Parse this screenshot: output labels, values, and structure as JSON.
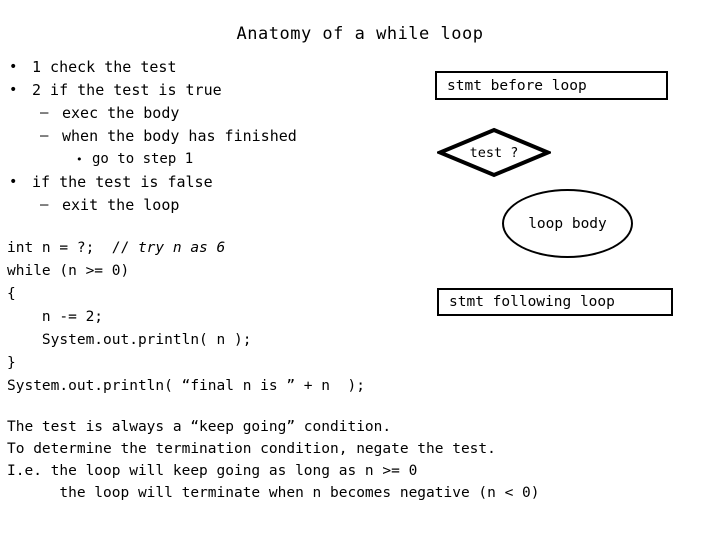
{
  "slide": {
    "title": "Anatomy of a while loop"
  },
  "outline": {
    "items": [
      {
        "level": 1,
        "marker": "•",
        "text": "1 check the test"
      },
      {
        "level": 1,
        "marker": "•",
        "text": "2 if the test is true"
      },
      {
        "level": 2,
        "marker": "–",
        "text": "exec the body"
      },
      {
        "level": 2,
        "marker": "–",
        "text": "when the body has finished"
      },
      {
        "level": 3,
        "marker": "•",
        "text": "go to step 1"
      },
      {
        "level": 1,
        "marker": "•",
        "text": "if the test is false"
      },
      {
        "level": 2,
        "marker": "–",
        "text": "exit the loop"
      }
    ]
  },
  "code": {
    "lines": [
      {
        "text": "int n = ?;  // ",
        "comment": "try n as 6"
      },
      {
        "text": "while (n >= 0)",
        "comment": ""
      },
      {
        "text": "{",
        "comment": ""
      },
      {
        "text": "    n -= 2;",
        "comment": ""
      },
      {
        "text": "    System.out.println( n );",
        "comment": ""
      },
      {
        "text": "}",
        "comment": ""
      },
      {
        "text": "System.out.println( “final n is ” + n  );",
        "comment": ""
      }
    ]
  },
  "prose": {
    "lines": [
      "The test is always a “keep going” condition.",
      "To determine the termination condition, negate the test.",
      "I.e. the loop will keep going as long as n >= 0",
      "      the loop will terminate when n becomes negative (n < 0)"
    ]
  },
  "flowchart": {
    "stmt_before_loop": "stmt before loop",
    "test_decision": "test ?",
    "loop_body": "loop body",
    "stmt_following_loop": "stmt following loop",
    "stroke_color": "#000000",
    "fill_color": "#ffffff"
  }
}
